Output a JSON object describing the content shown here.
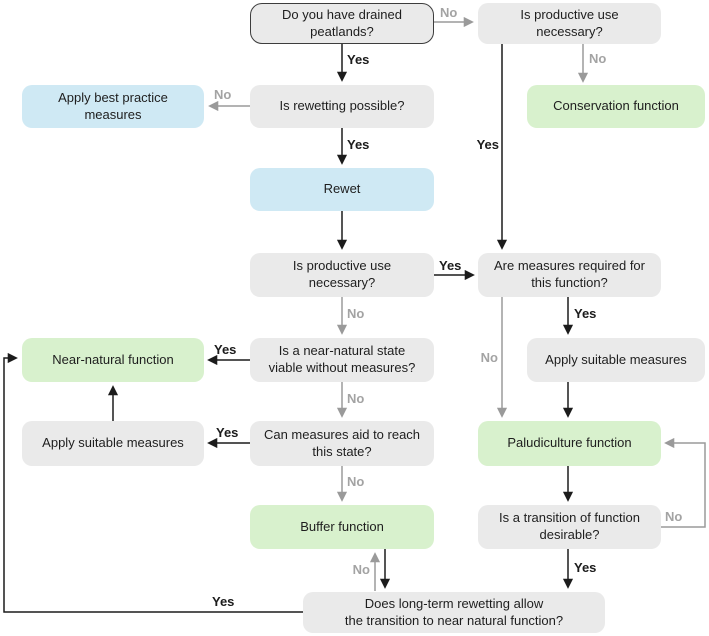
{
  "colors": {
    "question_fill": "#eaeaea",
    "action_blue": "#cfe9f4",
    "outcome_green": "#d8f1cd",
    "border_dark": "#3d3d3d",
    "arrow_dark": "#1c1c1c",
    "arrow_grey": "#9a9a9a",
    "label_grey": "#a3a3a3"
  },
  "nodes": {
    "drained_peatlands": {
      "label": "Do you have drained\npeatlands?"
    },
    "productive_use_top": {
      "label": "Is productive use\nnecessary?"
    },
    "apply_best_practice": {
      "label": "Apply best practice\nmeasures"
    },
    "rewetting_possible": {
      "label": "Is rewetting possible?"
    },
    "conservation_function": {
      "label": "Conservation function"
    },
    "rewet": {
      "label": "Rewet"
    },
    "productive_use_mid": {
      "label": "Is productive use\nnecessary?"
    },
    "measures_required": {
      "label": "Are measures required for\nthis function?"
    },
    "near_natural_function": {
      "label": "Near-natural function"
    },
    "near_natural_viable": {
      "label": "Is a near-natural state\nviable without measures?"
    },
    "apply_suitable_right": {
      "label": "Apply suitable measures"
    },
    "apply_suitable_left": {
      "label": "Apply suitable measures"
    },
    "measures_aid": {
      "label": "Can measures aid to reach\nthis state?"
    },
    "paludiculture_function": {
      "label": "Paludiculture function"
    },
    "buffer_function": {
      "label": "Buffer function"
    },
    "transition_desirable": {
      "label": "Is a transition of function\ndesirable?"
    },
    "longterm_rewetting": {
      "label": "Does long-term rewetting allow\nthe transition to near natural function?"
    }
  },
  "edges": [
    {
      "from": "drained_peatlands",
      "to": "rewetting_possible",
      "label": "Yes",
      "style": "dark"
    },
    {
      "from": "drained_peatlands",
      "to": "productive_use_top",
      "label": "No",
      "style": "grey"
    },
    {
      "from": "productive_use_top",
      "to": "conservation_function",
      "label": "No",
      "style": "grey"
    },
    {
      "from": "productive_use_top",
      "to": "measures_required",
      "label": "Yes",
      "style": "dark"
    },
    {
      "from": "rewetting_possible",
      "to": "apply_best_practice",
      "label": "No",
      "style": "grey"
    },
    {
      "from": "rewetting_possible",
      "to": "rewet",
      "label": "Yes",
      "style": "dark"
    },
    {
      "from": "rewet",
      "to": "productive_use_mid",
      "label": "",
      "style": "dark"
    },
    {
      "from": "productive_use_mid",
      "to": "measures_required",
      "label": "Yes",
      "style": "dark"
    },
    {
      "from": "productive_use_mid",
      "to": "near_natural_viable",
      "label": "No",
      "style": "grey"
    },
    {
      "from": "near_natural_viable",
      "to": "near_natural_function",
      "label": "Yes",
      "style": "dark"
    },
    {
      "from": "near_natural_viable",
      "to": "measures_aid",
      "label": "No",
      "style": "grey"
    },
    {
      "from": "measures_aid",
      "to": "apply_suitable_left",
      "label": "Yes",
      "style": "dark"
    },
    {
      "from": "apply_suitable_left",
      "to": "near_natural_function",
      "label": "",
      "style": "dark"
    },
    {
      "from": "measures_aid",
      "to": "buffer_function",
      "label": "No",
      "style": "grey"
    },
    {
      "from": "measures_required",
      "to": "apply_suitable_right",
      "label": "Yes",
      "style": "dark"
    },
    {
      "from": "measures_required",
      "to": "paludiculture_function",
      "label": "No",
      "style": "grey"
    },
    {
      "from": "apply_suitable_right",
      "to": "paludiculture_function",
      "label": "",
      "style": "dark"
    },
    {
      "from": "paludiculture_function",
      "to": "transition_desirable",
      "label": "",
      "style": "dark"
    },
    {
      "from": "transition_desirable",
      "to": "paludiculture_function",
      "label": "No",
      "style": "grey"
    },
    {
      "from": "transition_desirable",
      "to": "longterm_rewetting",
      "label": "Yes",
      "style": "dark"
    },
    {
      "from": "buffer_function",
      "to": "longterm_rewetting",
      "label": "",
      "style": "dark"
    },
    {
      "from": "longterm_rewetting",
      "to": "buffer_function",
      "label": "No",
      "style": "grey"
    },
    {
      "from": "longterm_rewetting",
      "to": "near_natural_function",
      "label": "Yes",
      "style": "dark"
    }
  ]
}
